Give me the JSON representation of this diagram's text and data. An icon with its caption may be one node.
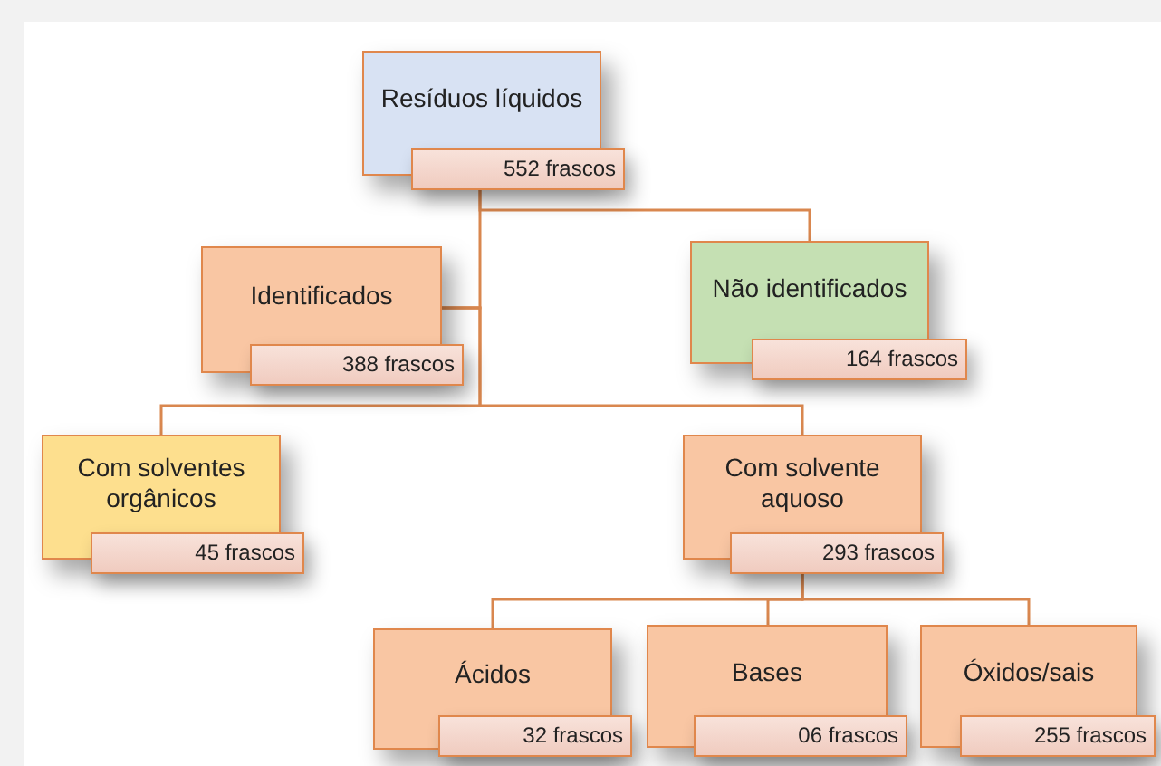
{
  "diagram": {
    "nodes": [
      {
        "text": [
          "Resíduos líquidos",
          "552 frascos"
        ]
      },
      {
        "text": [
          "Identificados",
          "388 frascos"
        ]
      },
      {
        "text": [
          "Não identificados",
          "164 frascos"
        ]
      },
      {
        "text": [
          "Com solventes orgânicos",
          "45 frascos"
        ]
      },
      {
        "text": [
          "Com solvente aquoso",
          "293 frascos"
        ]
      },
      {
        "text": [
          "Ácidos",
          "32 frascos"
        ]
      },
      {
        "text": [
          "Bases",
          "06 frascos"
        ]
      },
      {
        "text": [
          "Óxidos/sais",
          "255 frascos"
        ]
      }
    ],
    "edges": [
      {
        "from": 0,
        "to": 1,
        "arrow": "none"
      },
      {
        "from": 0,
        "to": 2,
        "arrow": "none"
      },
      {
        "from": 1,
        "to": 3,
        "arrow": "none"
      },
      {
        "from": 1,
        "to": 4,
        "arrow": "none"
      },
      {
        "from": 4,
        "to": 5,
        "arrow": "none"
      },
      {
        "from": 4,
        "to": 6,
        "arrow": "none"
      },
      {
        "from": 4,
        "to": 7,
        "arrow": "none"
      }
    ]
  }
}
